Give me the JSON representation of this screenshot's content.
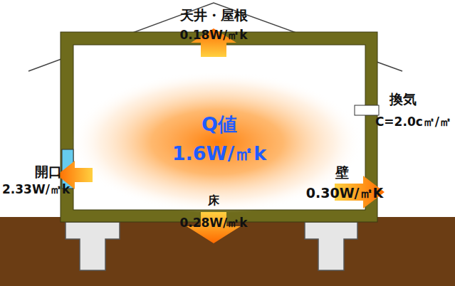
{
  "diagram": {
    "nodes": [
      {
        "text": [
          "Q値",
          "1.6W/㎡k"
        ]
      }
    ],
    "labels": [
      "天井・屋根",
      "0.18W/㎡k",
      "換気",
      "C=2.0c㎡/㎡",
      "開口",
      "2.33W/㎡k",
      "壁",
      "0.30W/㎡K",
      "床",
      "0.28W/㎡k"
    ]
  }
}
